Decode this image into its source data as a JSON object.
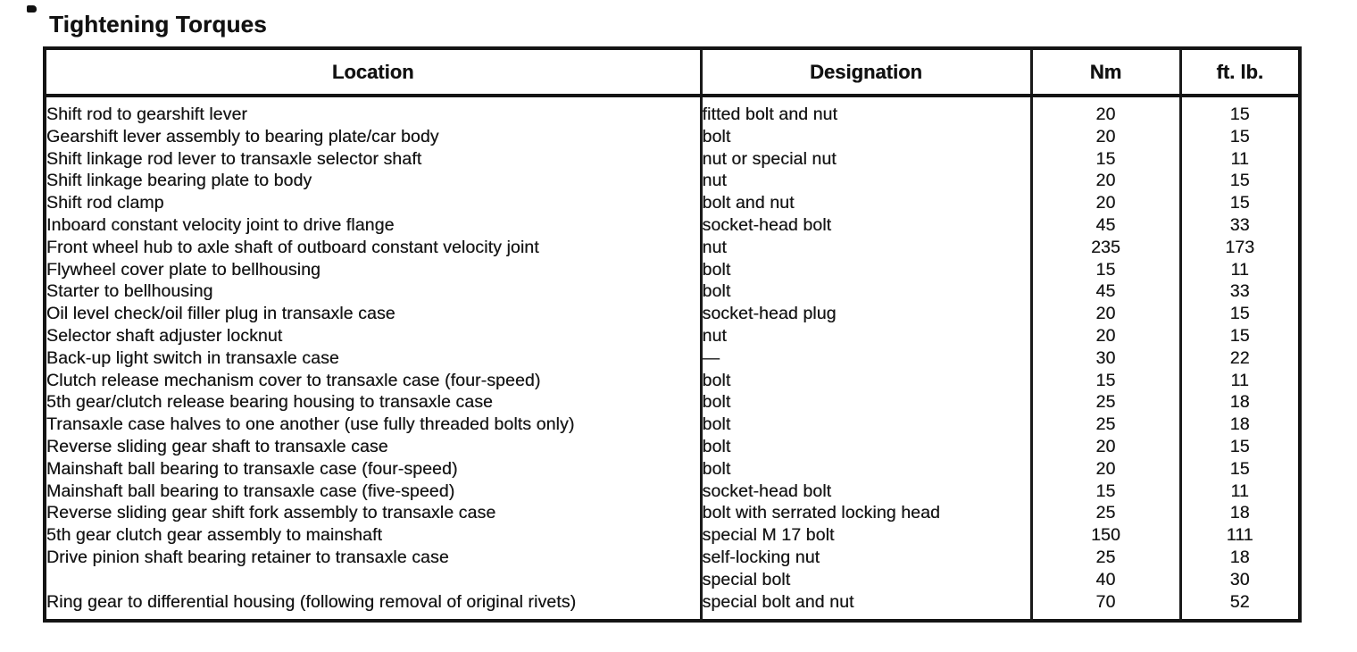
{
  "page": {
    "title": "Tightening Torques"
  },
  "colors": {
    "ink": "#161616",
    "paper": "#ffffff"
  },
  "table": {
    "headers": [
      "Location",
      "Designation",
      "Nm",
      "ft. lb."
    ],
    "rows": [
      {
        "location": "Shift rod to gearshift lever",
        "designation": "fitted bolt and nut",
        "nm": "20",
        "ftlb": "15"
      },
      {
        "location": "Gearshift lever assembly to bearing plate/car body",
        "designation": "bolt",
        "nm": "20",
        "ftlb": "15"
      },
      {
        "location": "Shift linkage rod lever to transaxle selector shaft",
        "designation": "nut or special nut",
        "nm": "15",
        "ftlb": "11"
      },
      {
        "location": "Shift linkage bearing plate to body",
        "designation": "nut",
        "nm": "20",
        "ftlb": "15"
      },
      {
        "location": "Shift rod clamp",
        "designation": "bolt and nut",
        "nm": "20",
        "ftlb": "15"
      },
      {
        "location": "Inboard constant velocity joint to drive flange",
        "designation": "socket-head bolt",
        "nm": "45",
        "ftlb": "33"
      },
      {
        "location": "Front wheel hub to axle shaft of outboard constant velocity joint",
        "designation": "nut",
        "nm": "235",
        "ftlb": "173"
      },
      {
        "location": "Flywheel cover plate to bellhousing",
        "designation": "bolt",
        "nm": "15",
        "ftlb": "11"
      },
      {
        "location": "Starter to bellhousing",
        "designation": "bolt",
        "nm": "45",
        "ftlb": "33"
      },
      {
        "location": "Oil level check/oil filler plug in transaxle case",
        "designation": "socket-head plug",
        "nm": "20",
        "ftlb": "15"
      },
      {
        "location": "Selector shaft adjuster locknut",
        "designation": "nut",
        "nm": "20",
        "ftlb": "15"
      },
      {
        "location": "Back-up light switch in transaxle case",
        "designation": "—",
        "nm": "30",
        "ftlb": "22"
      },
      {
        "location": "Clutch release mechanism cover to transaxle case (four-speed)",
        "designation": "bolt",
        "nm": "15",
        "ftlb": "11"
      },
      {
        "location": "5th gear/clutch release bearing housing to transaxle case",
        "designation": "bolt",
        "nm": "25",
        "ftlb": "18"
      },
      {
        "location": "Transaxle case halves to one another (use fully threaded bolts only)",
        "designation": "bolt",
        "nm": "25",
        "ftlb": "18"
      },
      {
        "location": "Reverse sliding gear shaft to transaxle case",
        "designation": "bolt",
        "nm": "20",
        "ftlb": "15"
      },
      {
        "location": "Mainshaft ball bearing to transaxle case (four-speed)",
        "designation": "bolt",
        "nm": "20",
        "ftlb": "15"
      },
      {
        "location": "Mainshaft ball bearing to transaxle case (five-speed)",
        "designation": "socket-head bolt",
        "nm": "15",
        "ftlb": "11"
      },
      {
        "location": "Reverse sliding gear shift fork assembly to transaxle case",
        "designation": "bolt with serrated locking head",
        "nm": "25",
        "ftlb": "18"
      },
      {
        "location": "5th gear clutch gear assembly to mainshaft",
        "designation": "special M 17 bolt",
        "nm": "150",
        "ftlb": "111"
      },
      {
        "location": "Drive pinion shaft bearing retainer to transaxle case",
        "designation": "self-locking nut",
        "nm": "25",
        "ftlb": "18"
      },
      {
        "location": "",
        "designation": "special bolt",
        "nm": "40",
        "ftlb": "30"
      },
      {
        "location": "Ring gear to differential housing (following removal of original rivets)",
        "designation": "special bolt and nut",
        "nm": "70",
        "ftlb": "52"
      }
    ]
  }
}
